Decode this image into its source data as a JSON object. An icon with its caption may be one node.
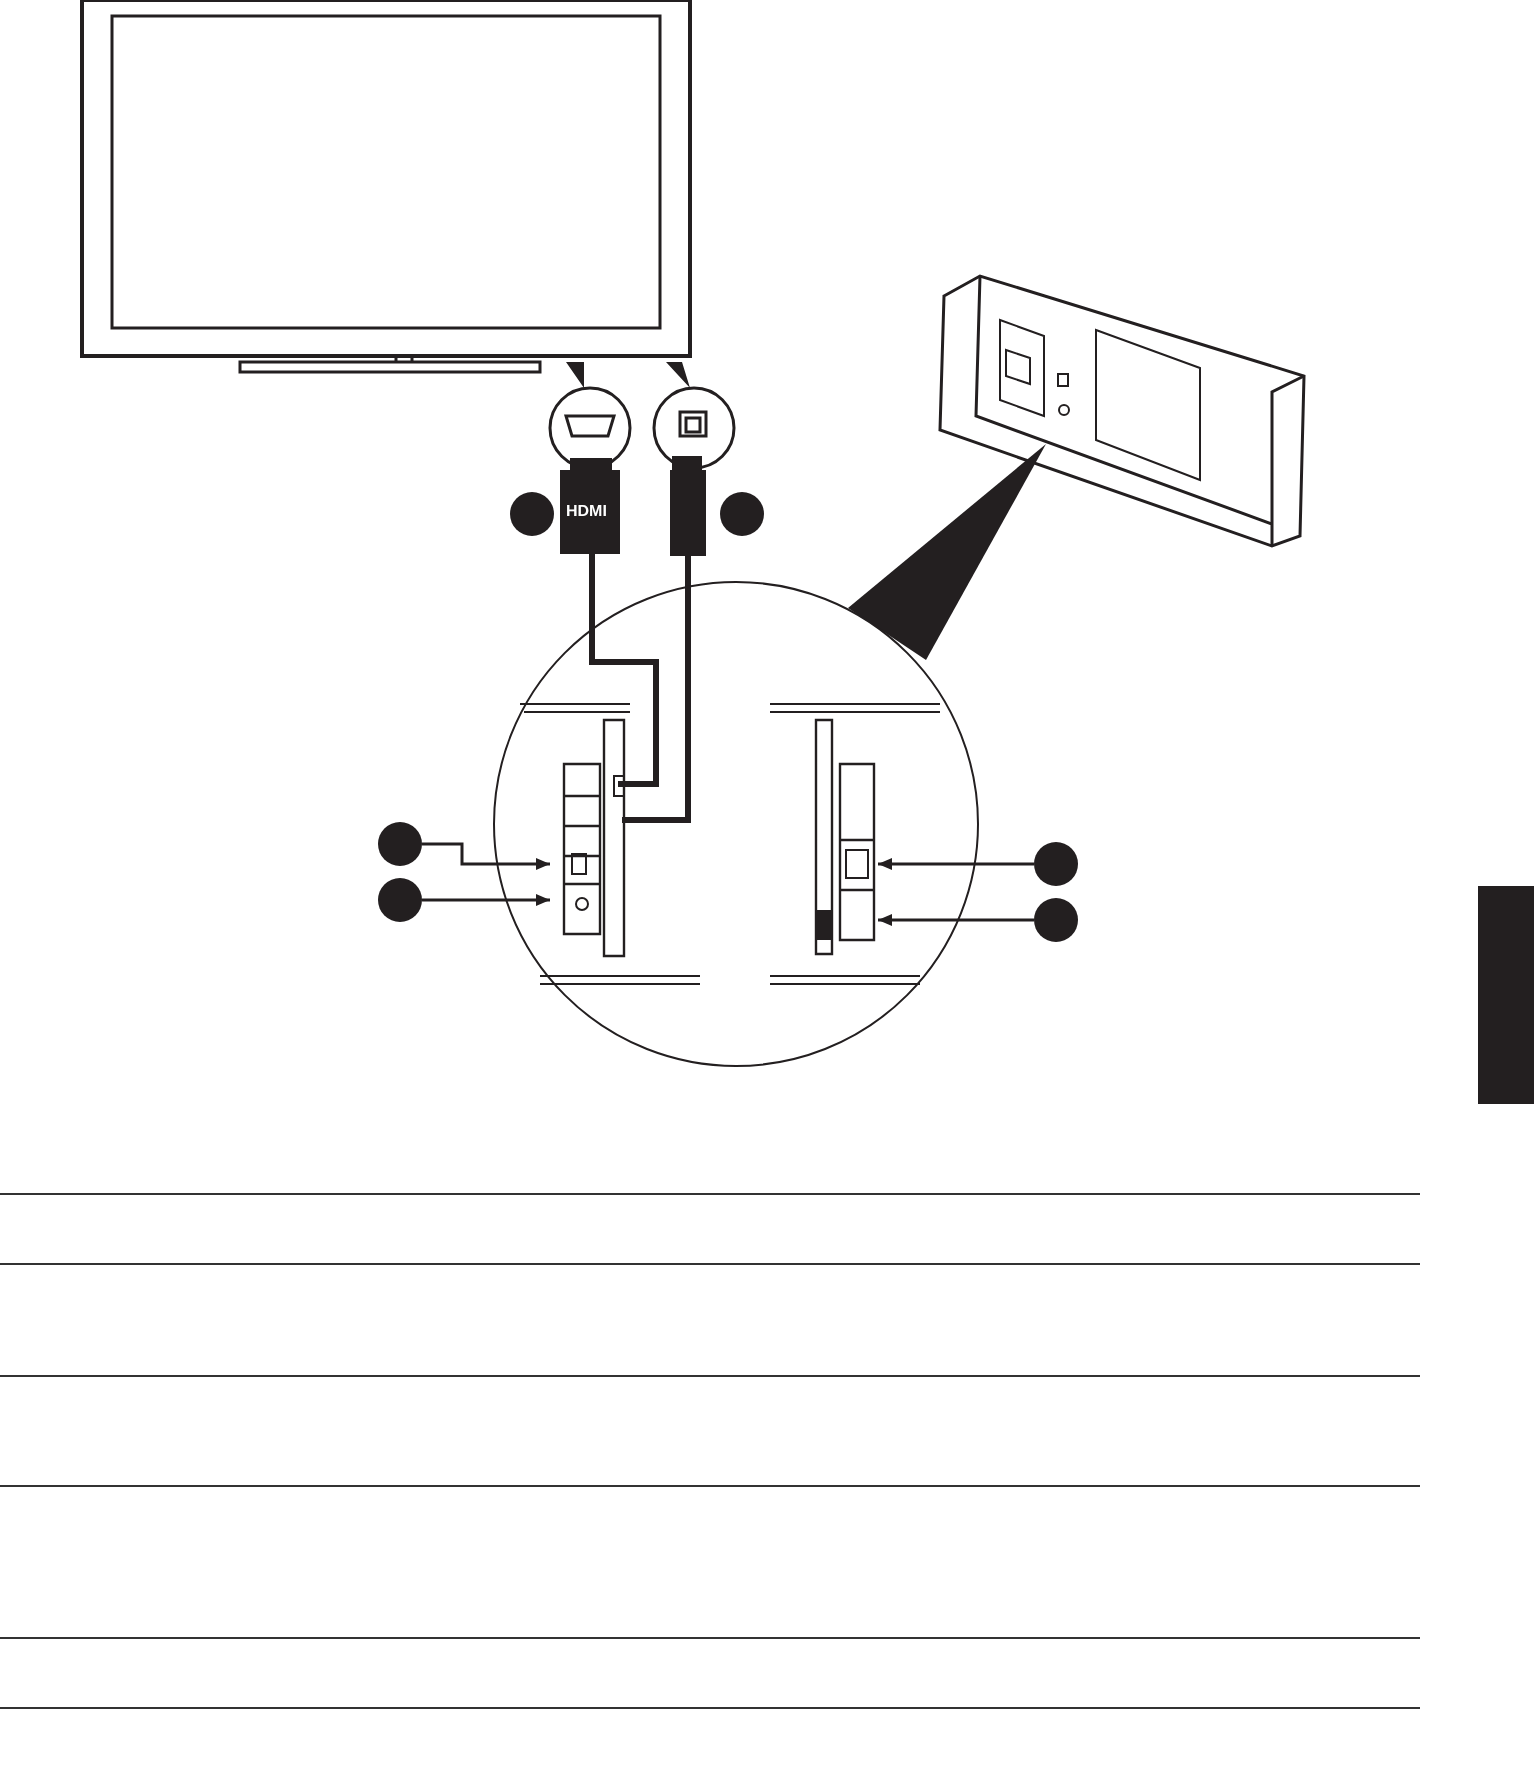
{
  "diagram": {
    "nodes": [
      {
        "text": [],
        "shape": "circle"
      },
      {
        "text": [],
        "shape": "circle"
      },
      {
        "text": [],
        "shape": "circle"
      },
      {
        "text": [],
        "shape": "circle"
      },
      {
        "text": [],
        "shape": "circle"
      },
      {
        "text": [],
        "shape": "circle"
      },
      {
        "text": [],
        "shape": "bar"
      }
    ],
    "edges": [
      {
        "from": 2,
        "to": null,
        "arrow": "to"
      },
      {
        "from": 3,
        "to": null,
        "arrow": "to"
      },
      {
        "from": 4,
        "to": null,
        "arrow": "to"
      },
      {
        "from": 5,
        "to": null,
        "arrow": "to"
      }
    ],
    "labels": [
      "HDMI"
    ]
  }
}
